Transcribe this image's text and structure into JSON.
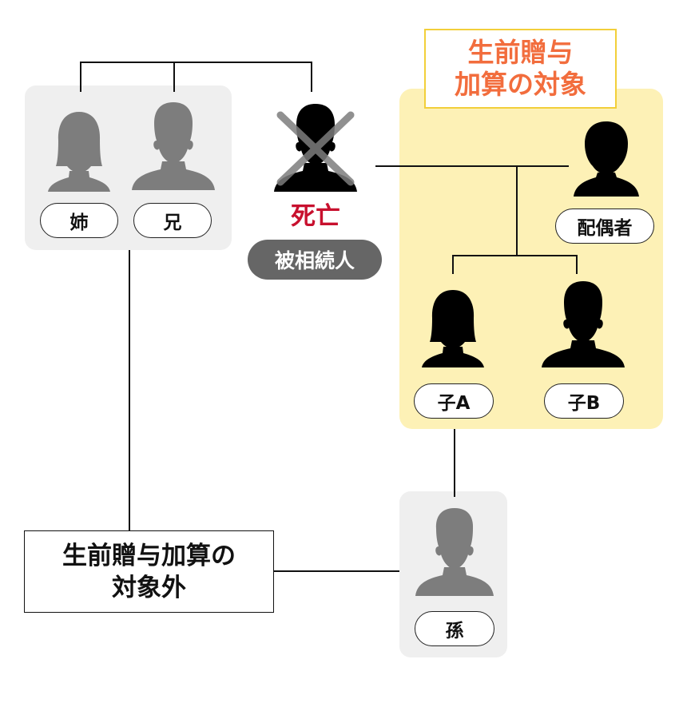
{
  "in_scope_label": {
    "line1": "生前贈与",
    "line2": "加算の対象"
  },
  "out_of_scope_label": {
    "line1": "生前贈与加算の",
    "line2": "対象外"
  },
  "deceased": {
    "status": "死亡",
    "role": "被相続人"
  },
  "people": {
    "sister": "姉",
    "brother": "兄",
    "spouse": "配偶者",
    "child_a": "子A",
    "child_b": "子B",
    "grandchild": "孫"
  },
  "colors": {
    "gray_box": "#efefef",
    "yellow_box": "#fdf1b6",
    "yellow_border": "#f2cf3a",
    "orange_text": "#f26d3d",
    "red_text": "#c8102e",
    "dark_pill": "#666666",
    "silhouette_gray": "#7d7d7d",
    "silhouette_black": "#000000"
  },
  "icons": [
    "female-silhouette-icon",
    "male-silhouette-icon",
    "cross-icon"
  ]
}
